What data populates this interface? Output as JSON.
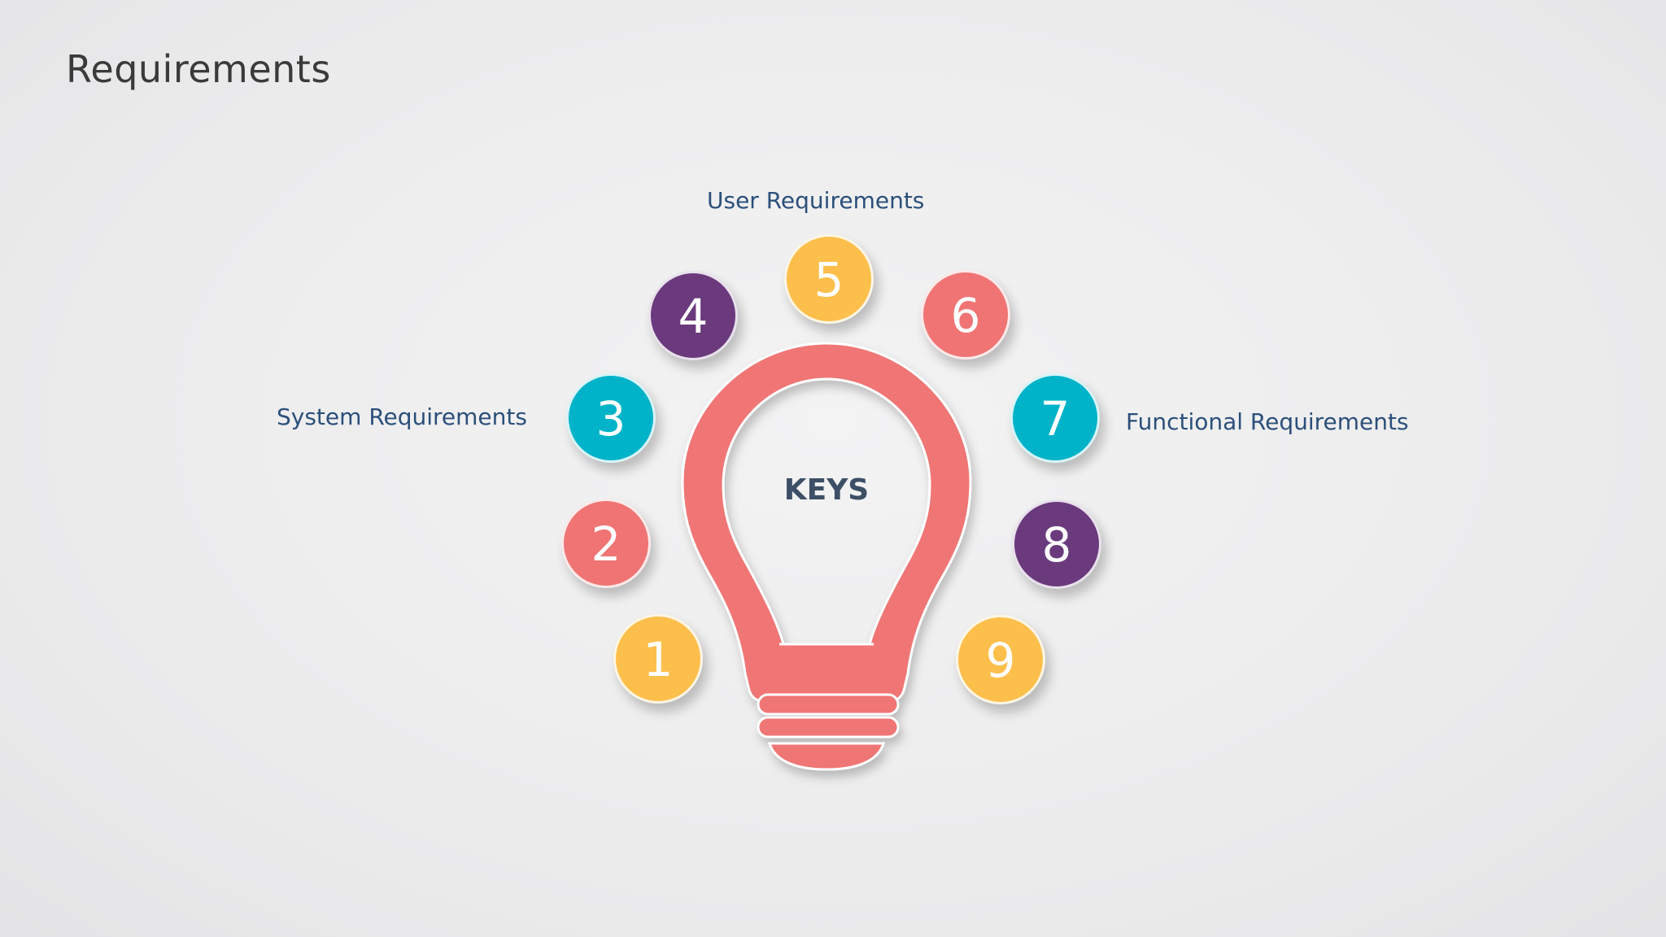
{
  "slide": {
    "title": "Requirements"
  },
  "labels": {
    "user": "User Requirements",
    "system": "System Requirements",
    "functional": "Functional Requirements"
  },
  "center": {
    "label": "KEYS"
  },
  "keys": [
    {
      "number": "1",
      "color": "#fdbf4c"
    },
    {
      "number": "2",
      "color": "#f07474"
    },
    {
      "number": "3",
      "color": "#00b3c8"
    },
    {
      "number": "4",
      "color": "#6a3a7d"
    },
    {
      "number": "5",
      "color": "#fdbf4c"
    },
    {
      "number": "6",
      "color": "#f07474"
    },
    {
      "number": "7",
      "color": "#00b3c8"
    },
    {
      "number": "8",
      "color": "#6a3a7d"
    },
    {
      "number": "9",
      "color": "#fdbf4c"
    }
  ],
  "colors": {
    "bulb": "#f07474",
    "label_text": "#2b4f7a",
    "center_text": "#3d4f66"
  }
}
